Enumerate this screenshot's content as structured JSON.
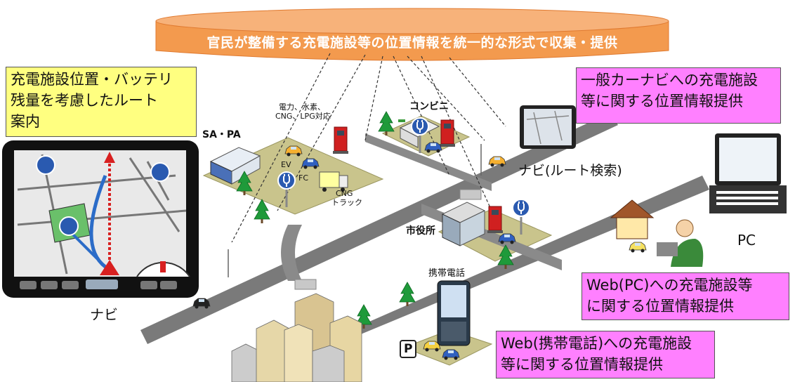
{
  "banner": {
    "text": "官民が整備する充電施設等の位置情報を統一的な形式で収集・提供"
  },
  "callouts": {
    "route_guidance": {
      "lines": [
        "充電施設位置・バッテリ",
        "残量を考慮したルート",
        "案内"
      ]
    },
    "car_navi": {
      "lines": [
        "一般カーナビへの充電施設",
        "等に関する位置情報提供"
      ]
    },
    "web_pc": {
      "lines": [
        "Web(PC)への充電施設等",
        "に関する位置情報提供"
      ]
    },
    "web_mobile": {
      "lines": [
        "Web(携帯電話)への充電施設",
        "等に関する位置情報提供"
      ]
    }
  },
  "labels": {
    "navi": "ナビ",
    "navi_route_search": "ナビ(ルート検索)",
    "pc": "PC",
    "sa_pa": "SA・PA",
    "convenience_store": "コンビニ",
    "city_hall": "市役所",
    "mobile_phone": "携帯電話",
    "fuel_types_1": "電力、水素、",
    "fuel_types_2": "CNG、LPG対応",
    "ev": "EV",
    "fc": "FC",
    "cng": "CNG",
    "truck": "トラック",
    "parking": "P"
  },
  "colors": {
    "banner": "#f5a060",
    "callout_yellow": "#ffff80",
    "callout_pink": "#ff80ff",
    "road": "#777777",
    "ground": "#c8c48a",
    "charger_red": "#d02020",
    "ev_icon_blue": "#2a5ab0"
  }
}
